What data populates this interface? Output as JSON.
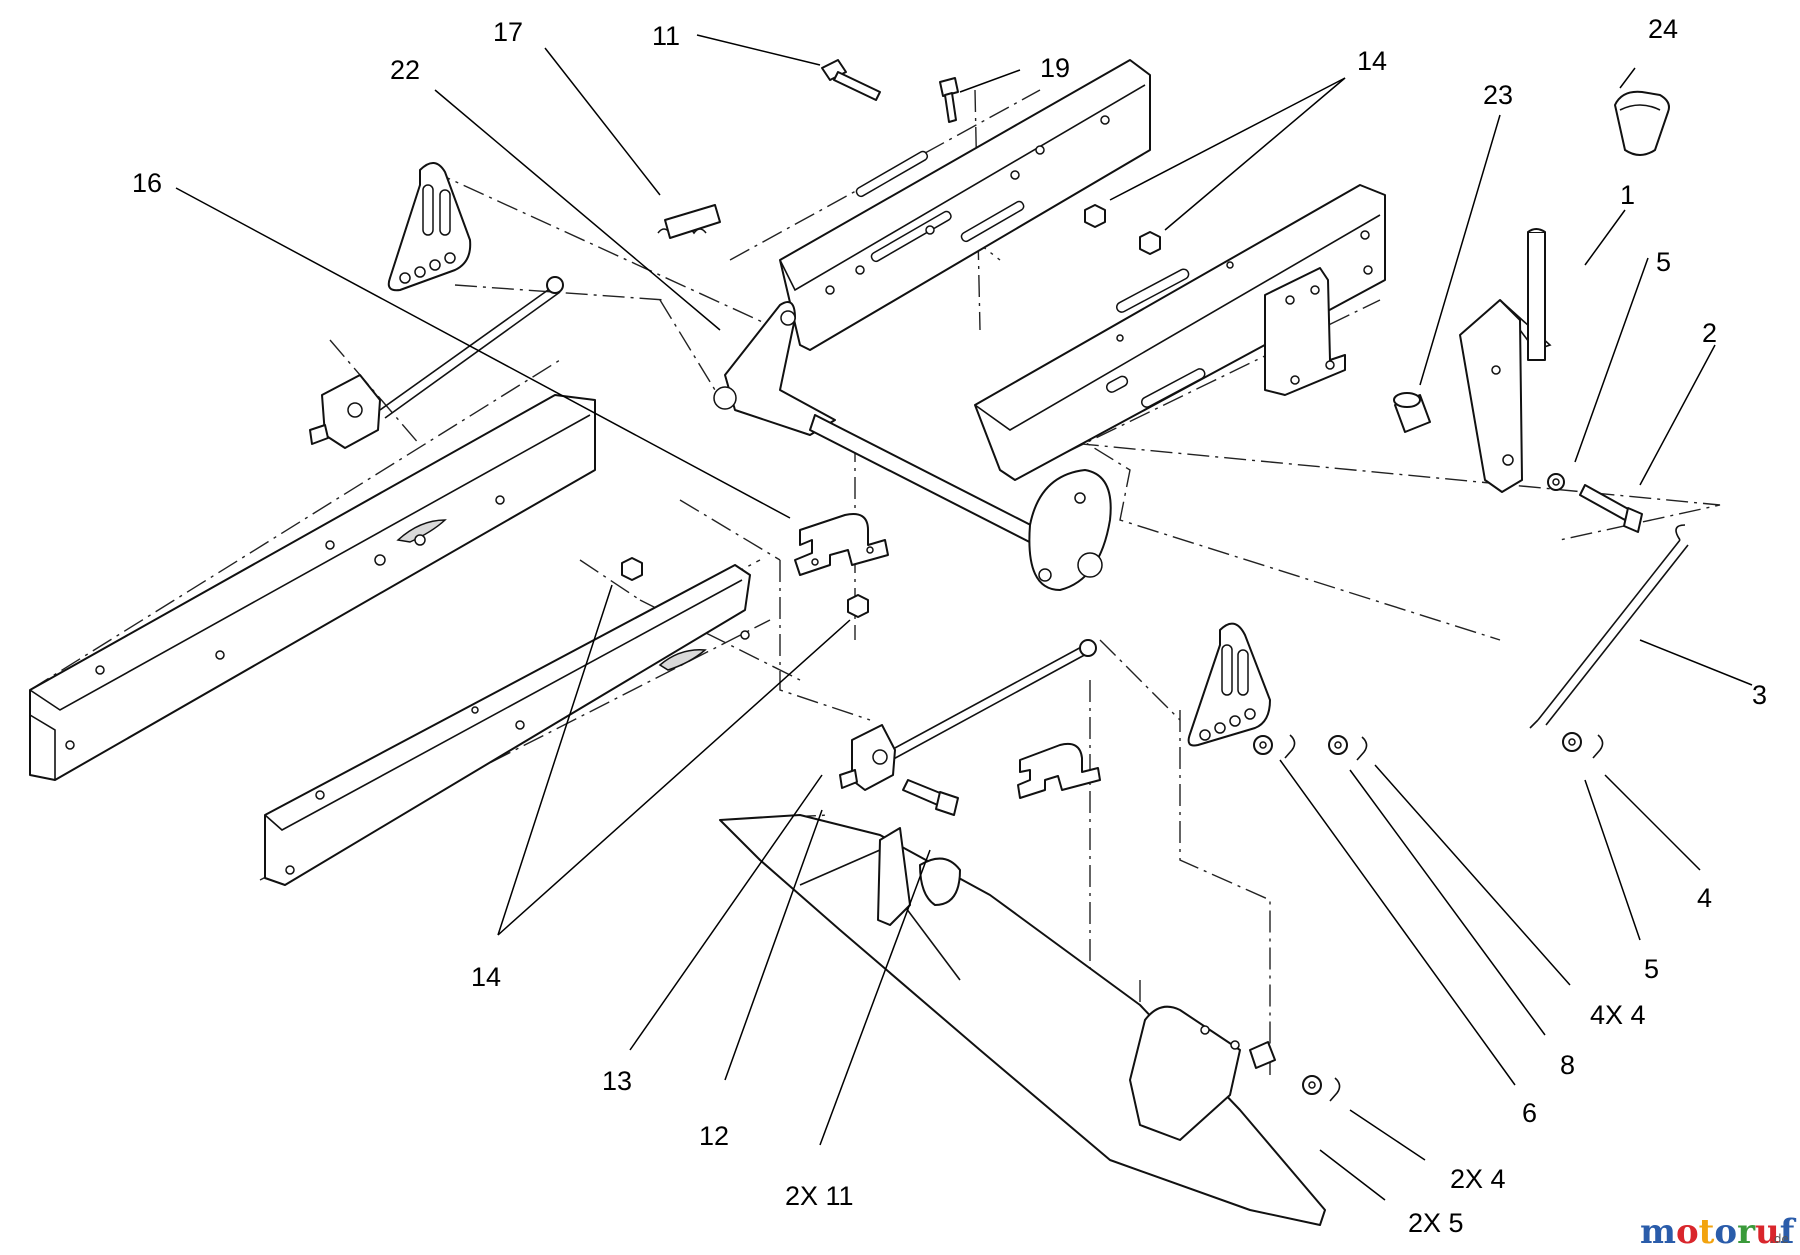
{
  "callouts": [
    {
      "id": "c24",
      "text": "24"
    },
    {
      "id": "c17",
      "text": "17"
    },
    {
      "id": "c11top",
      "text": "11"
    },
    {
      "id": "c22",
      "text": "22"
    },
    {
      "id": "c19",
      "text": "19"
    },
    {
      "id": "c14top",
      "text": "14"
    },
    {
      "id": "c23",
      "text": "23"
    },
    {
      "id": "c16",
      "text": "16"
    },
    {
      "id": "c1",
      "text": "1"
    },
    {
      "id": "c5a",
      "text": "5"
    },
    {
      "id": "c2",
      "text": "2"
    },
    {
      "id": "c3",
      "text": "3"
    },
    {
      "id": "c4",
      "text": "4"
    },
    {
      "id": "c5b",
      "text": "5"
    },
    {
      "id": "c4x4",
      "text": "4X 4"
    },
    {
      "id": "c14bot",
      "text": "14"
    },
    {
      "id": "c8",
      "text": "8"
    },
    {
      "id": "c13",
      "text": "13"
    },
    {
      "id": "c6",
      "text": "6"
    },
    {
      "id": "c12",
      "text": "12"
    },
    {
      "id": "c2x11",
      "text": "2X 11"
    },
    {
      "id": "c2x4",
      "text": "2X 4"
    },
    {
      "id": "c2x5",
      "text": "2X 5"
    }
  ],
  "watermark": {
    "brand": "motoruf",
    "tld": ".de",
    "letter_colors": [
      "#2a5caa",
      "#d9262c",
      "#f2a30f",
      "#2a5caa",
      "#3a9a3a",
      "#d9262c",
      "#2a5caa"
    ]
  }
}
